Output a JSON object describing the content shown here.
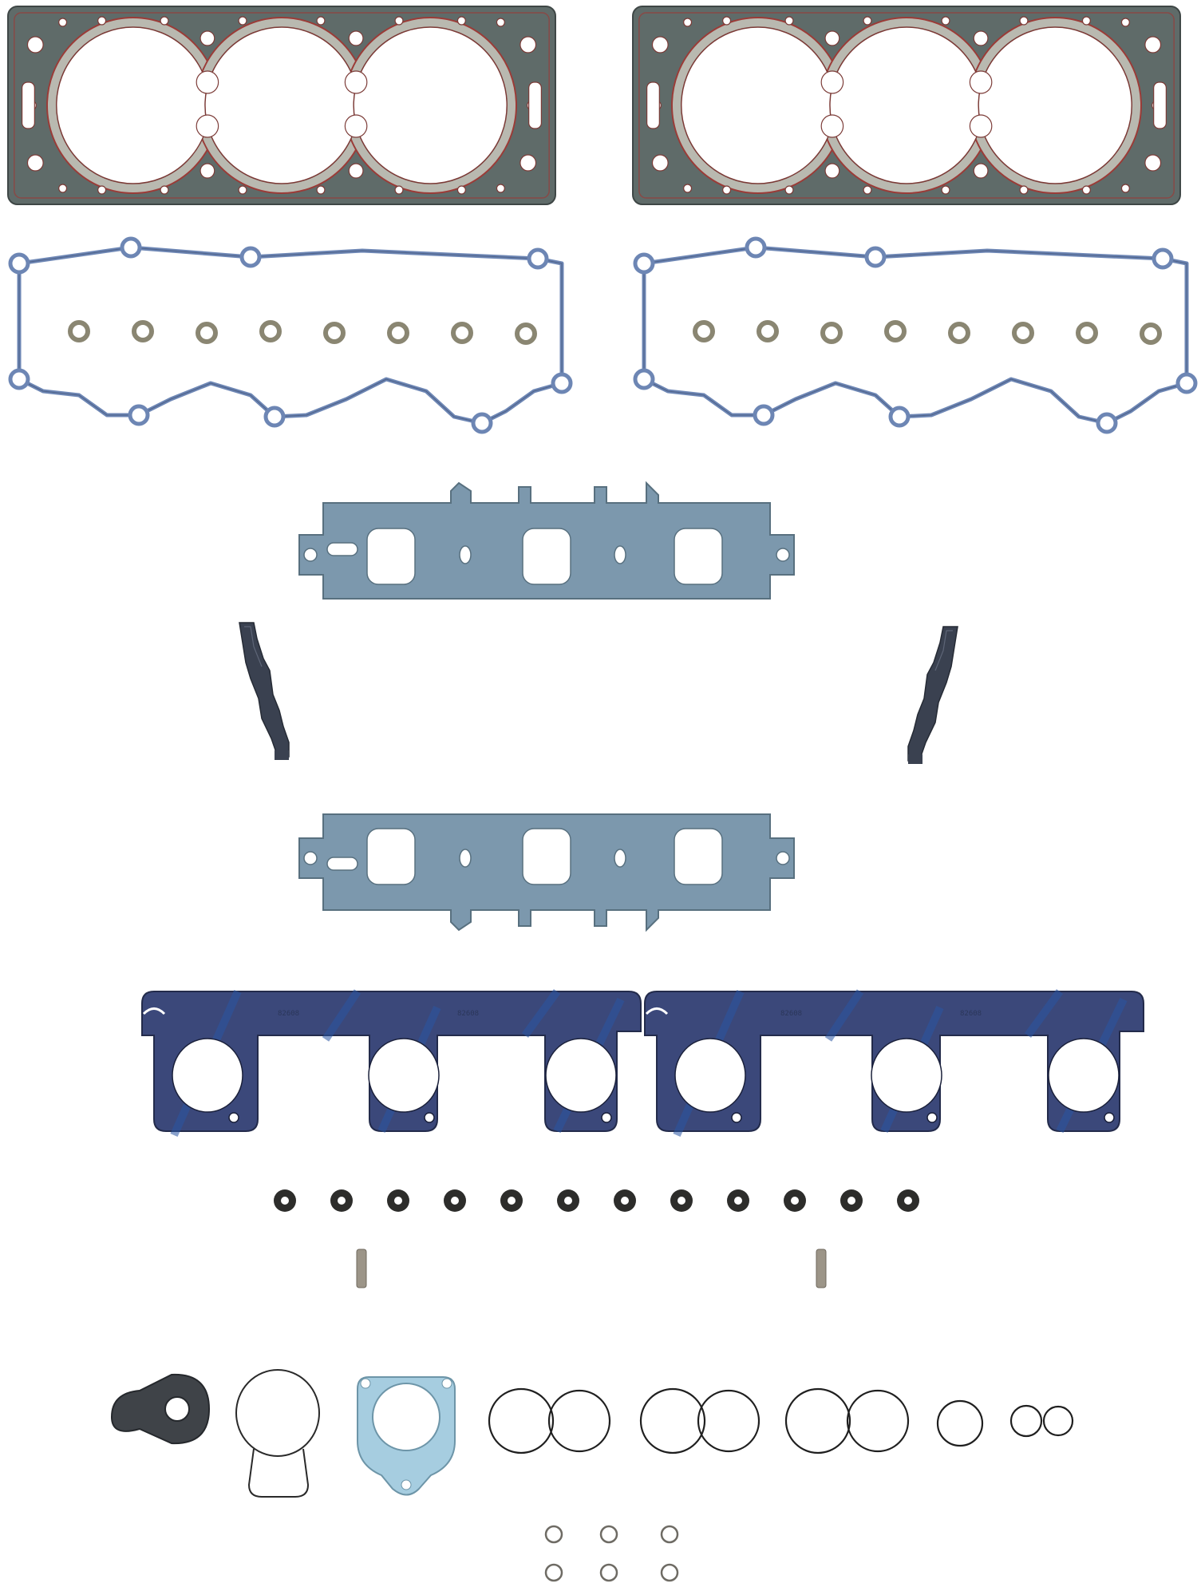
{
  "parts": {
    "head_gasket": {
      "count": 2,
      "bores_each": 3,
      "colors": {
        "base": "#5f6b69",
        "bead": "#9b3b37",
        "bore_rim": "#b9b9b0"
      }
    },
    "valve_cover_gasket": {
      "count": 2,
      "spark_plug_seals_each": 8,
      "colors": {
        "bead": "#6d86b4",
        "seal": "#8a8672"
      }
    },
    "intake_manifold_gasket": {
      "count": 2,
      "colors": {
        "fill": "#7c98ad",
        "edge": "#58707f"
      }
    },
    "end_seal": {
      "count": 2,
      "colors": {
        "fill": "#3a4150"
      }
    },
    "exhaust_manifold_gasket": {
      "count": 2,
      "ports_each": 3,
      "stamped_text": "82608",
      "colors": {
        "fill": "#3b487a",
        "stripe": "#2a56a3"
      }
    },
    "valve_stem_seal": {
      "count": 12,
      "colors": {
        "fill": "#2d2d2b"
      }
    },
    "dowel_pin": {
      "count": 2,
      "colors": {
        "fill": "#9c9588"
      }
    },
    "misc_gaskets": {
      "egr_tube_gasket": {
        "colors": {
          "fill": "#3f4348"
        }
      },
      "thermostat_housing_gasket": {
        "colors": {
          "fill": "#a6cde0"
        }
      },
      "o_rings_double": {
        "count": 4
      },
      "o_ring_single": {
        "count": 1
      },
      "small_o_rings": {
        "count": 6
      }
    }
  }
}
